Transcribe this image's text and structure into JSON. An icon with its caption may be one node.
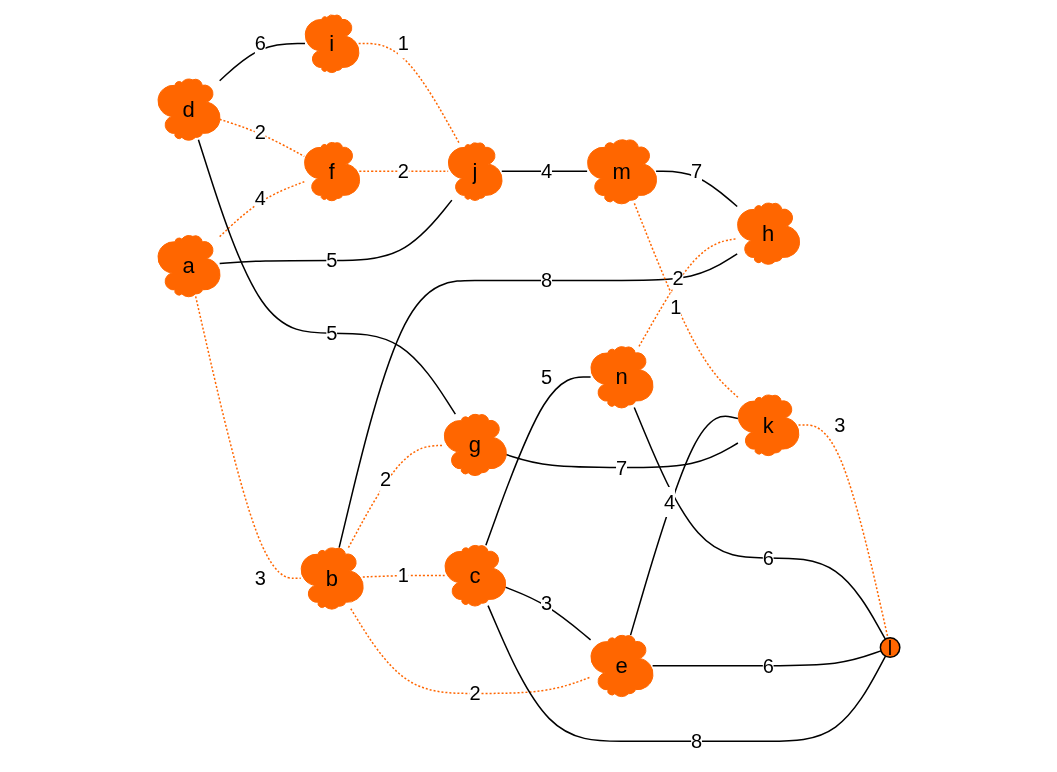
{
  "diagram": {
    "nodes": [
      {
        "text": [
          "a"
        ]
      },
      {
        "text": [
          "b"
        ]
      },
      {
        "text": [
          "c"
        ]
      },
      {
        "text": [
          "d"
        ]
      },
      {
        "text": [
          "e"
        ]
      },
      {
        "text": [
          "f"
        ]
      },
      {
        "text": [
          "g"
        ]
      },
      {
        "text": [
          "n"
        ]
      },
      {
        "text": [
          "i"
        ]
      },
      {
        "text": [
          "j"
        ]
      },
      {
        "text": [
          "k"
        ]
      },
      {
        "text": [
          "l"
        ]
      },
      {
        "text": [
          "h"
        ]
      },
      {
        "text": [
          "m"
        ]
      }
    ],
    "edges": [
      {
        "from": 0,
        "to": 1,
        "arrow": "none",
        "label": "3",
        "style": "dashed",
        "color": "#ff6600"
      },
      {
        "from": 1,
        "to": 2,
        "arrow": "none",
        "label": "1",
        "style": "dashed",
        "color": "#ff6600"
      },
      {
        "from": 0,
        "to": 5,
        "arrow": "none",
        "label": "4",
        "style": "dashed",
        "color": "#ff6600"
      },
      {
        "from": 1,
        "to": 6,
        "arrow": "none",
        "label": "2",
        "style": "dashed",
        "color": "#ff6600"
      },
      {
        "from": 1,
        "to": 4,
        "arrow": "none",
        "label": "2",
        "style": "dashed",
        "color": "#ff6600"
      },
      {
        "from": 2,
        "to": 4,
        "arrow": "none",
        "label": "3"
      },
      {
        "from": 1,
        "to": 12,
        "arrow": "none",
        "label": "8"
      },
      {
        "from": 3,
        "to": 5,
        "arrow": "none",
        "label": "2",
        "style": "dashed",
        "color": "#ff6600"
      },
      {
        "from": 3,
        "to": 6,
        "arrow": "none",
        "label": "5"
      },
      {
        "from": 3,
        "to": 8,
        "arrow": "none",
        "label": "6"
      },
      {
        "from": 2,
        "to": 11,
        "arrow": "none",
        "label": "8"
      },
      {
        "from": 2,
        "to": 7,
        "arrow": "none",
        "label": "5"
      },
      {
        "from": 0,
        "to": 9,
        "arrow": "none",
        "label": "5"
      },
      {
        "from": 5,
        "to": 9,
        "arrow": "none",
        "label": "2",
        "style": "dashed",
        "color": "#ff6600"
      },
      {
        "from": 8,
        "to": 9,
        "arrow": "none",
        "label": "1",
        "style": "dashed",
        "color": "#ff6600"
      },
      {
        "from": 6,
        "to": 10,
        "arrow": "none",
        "label": "7"
      },
      {
        "from": 4,
        "to": 10,
        "arrow": "none",
        "label": "4"
      },
      {
        "from": 4,
        "to": 11,
        "arrow": "none",
        "label": "6"
      },
      {
        "from": 7,
        "to": 11,
        "arrow": "none",
        "label": "6"
      },
      {
        "from": 7,
        "to": 12,
        "arrow": "none",
        "label": "2",
        "style": "dashed",
        "color": "#ff6600"
      },
      {
        "from": 10,
        "to": 11,
        "arrow": "none",
        "label": "3",
        "style": "dashed",
        "color": "#ff6600"
      },
      {
        "from": 9,
        "to": 13,
        "arrow": "none",
        "label": "4"
      },
      {
        "from": 13,
        "to": 10,
        "arrow": "none",
        "label": "1",
        "style": "dashed",
        "color": "#ff6600"
      },
      {
        "from": 13,
        "to": 12,
        "arrow": "none",
        "label": "7"
      }
    ]
  }
}
